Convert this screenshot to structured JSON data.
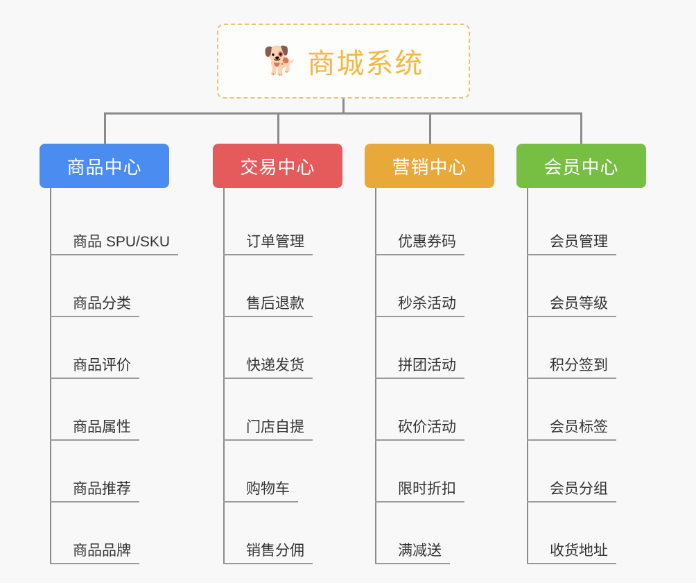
{
  "page": {
    "background_color": "#f8f8f8",
    "type": "mind-map"
  },
  "root": {
    "title": "商城系统",
    "emoji": "🐕",
    "emoji_name": "shiba-dog-face",
    "text_color": "#f5b841",
    "border_color": "#f0c070",
    "background_color": "#fdfdfc"
  },
  "connector_color": "#8b8b8b",
  "branches": [
    {
      "label": "商品中心",
      "color": "#4a8cf0",
      "items": [
        "商品 SPU/SKU",
        "商品分类",
        "商品评价",
        "商品属性",
        "商品推荐",
        "商品品牌"
      ]
    },
    {
      "label": "交易中心",
      "color": "#e55a5a",
      "items": [
        "订单管理",
        "售后退款",
        "快递发货",
        "门店自提",
        "购物车",
        "销售分佣"
      ]
    },
    {
      "label": "营销中心",
      "color": "#e9a93a",
      "items": [
        "优惠券码",
        "秒杀活动",
        "拼团活动",
        "砍价活动",
        "限时折扣",
        "满减送"
      ]
    },
    {
      "label": "会员中心",
      "color": "#76bf43",
      "items": [
        "会员管理",
        "会员等级",
        "积分签到",
        "会员标签",
        "会员分组",
        "收货地址"
      ]
    }
  ]
}
